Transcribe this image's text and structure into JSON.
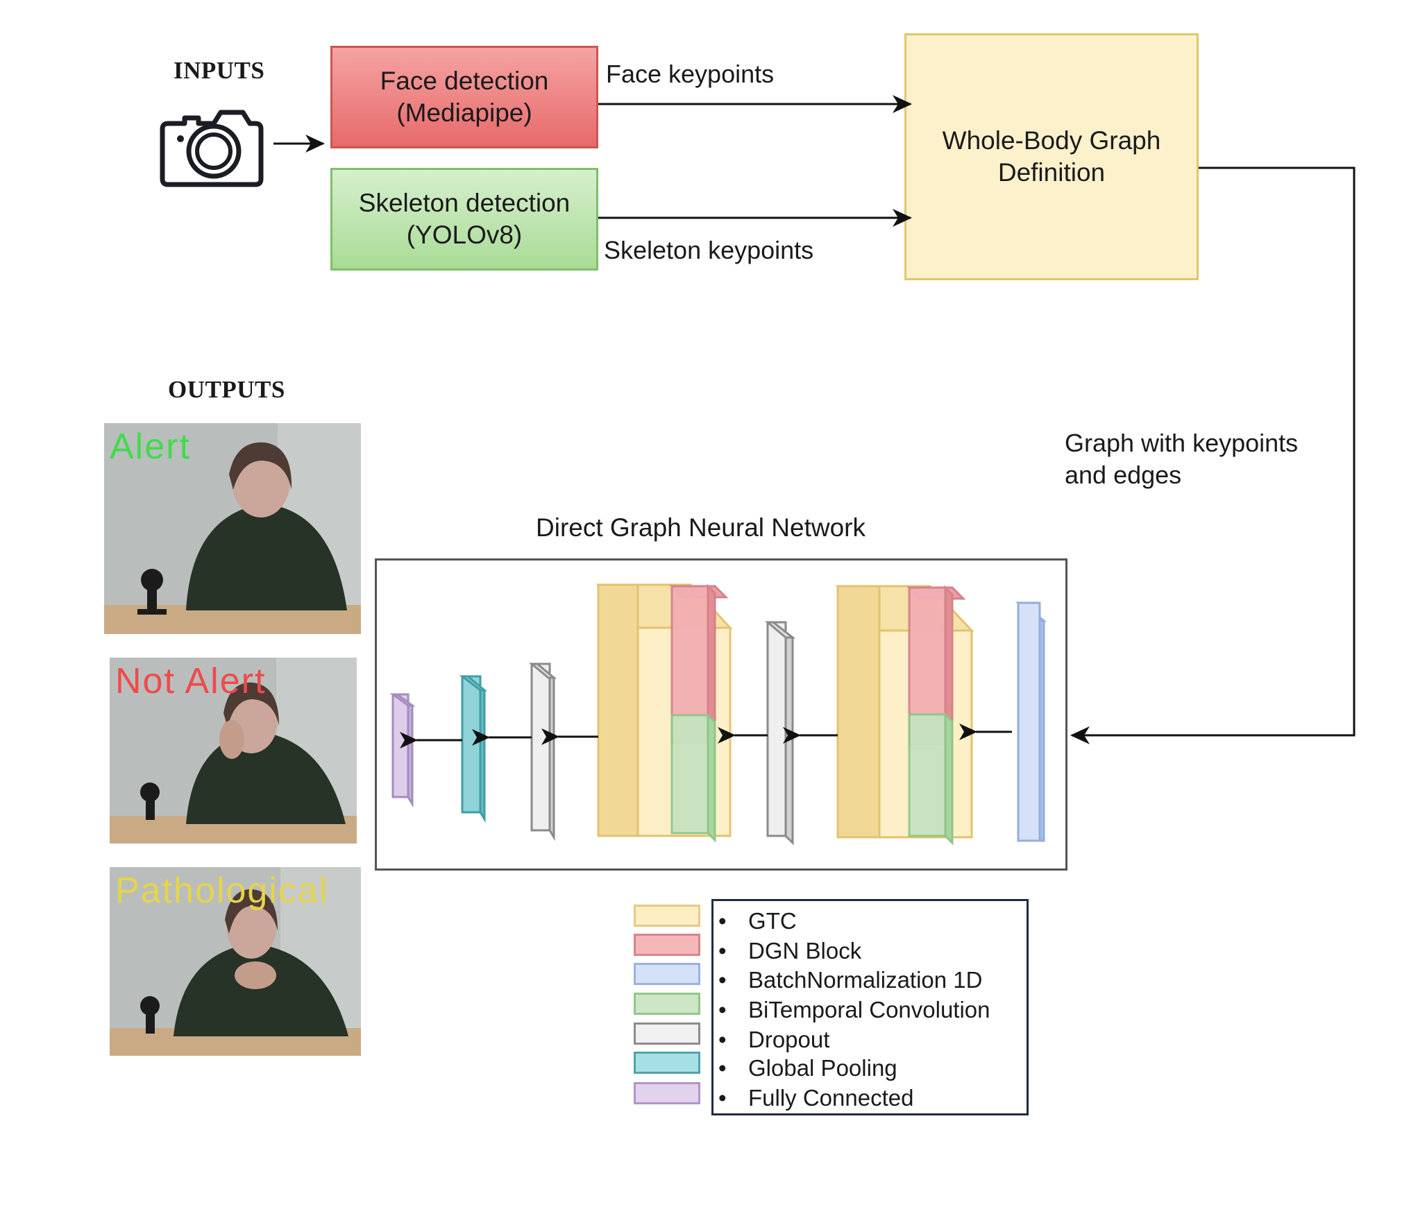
{
  "inputs_heading": "INPUTS",
  "outputs_heading": "OUTPUTS",
  "face_box": {
    "line1": "Face detection",
    "line2": "(Mediapipe)"
  },
  "skeleton_box": {
    "line1": "Skeleton detection",
    "line2": "(YOLOv8)"
  },
  "graph_box": {
    "line1": "Whole-Body Graph",
    "line2": "Definition"
  },
  "edge_labels": {
    "face": "Face keypoints",
    "skeleton": "Skeleton keypoints",
    "graph_line1": "Graph with keypoints",
    "graph_line2": "and edges"
  },
  "gnn_title": "Direct Graph Neural Network",
  "outputs": [
    {
      "label": "Alert",
      "color": "#3fdc4a"
    },
    {
      "label": "Not  Alert",
      "color": "#ef4a4a"
    },
    {
      "label": "Pathological",
      "color": "#e6d44a"
    }
  ],
  "legend": [
    {
      "label": "GTC",
      "fill": "#fdeec4",
      "stroke": "#e9c983"
    },
    {
      "label": "DGN Block",
      "fill": "#f4b8bb",
      "stroke": "#d98489"
    },
    {
      "label": "BatchNormalization 1D",
      "fill": "#d5e1f6",
      "stroke": "#9bb2e0"
    },
    {
      "label": "BiTemporal Convolution",
      "fill": "#cde6c6",
      "stroke": "#92c78a"
    },
    {
      "label": "Dropout",
      "fill": "#f0f0f0",
      "stroke": "#8c8c8c"
    },
    {
      "label": "Global Pooling",
      "fill": "#a7e0e4",
      "stroke": "#4fa4aa"
    },
    {
      "label": "Fully Connected",
      "fill": "#e2d3ec",
      "stroke": "#b096c6"
    }
  ],
  "legend_bullet": "•"
}
